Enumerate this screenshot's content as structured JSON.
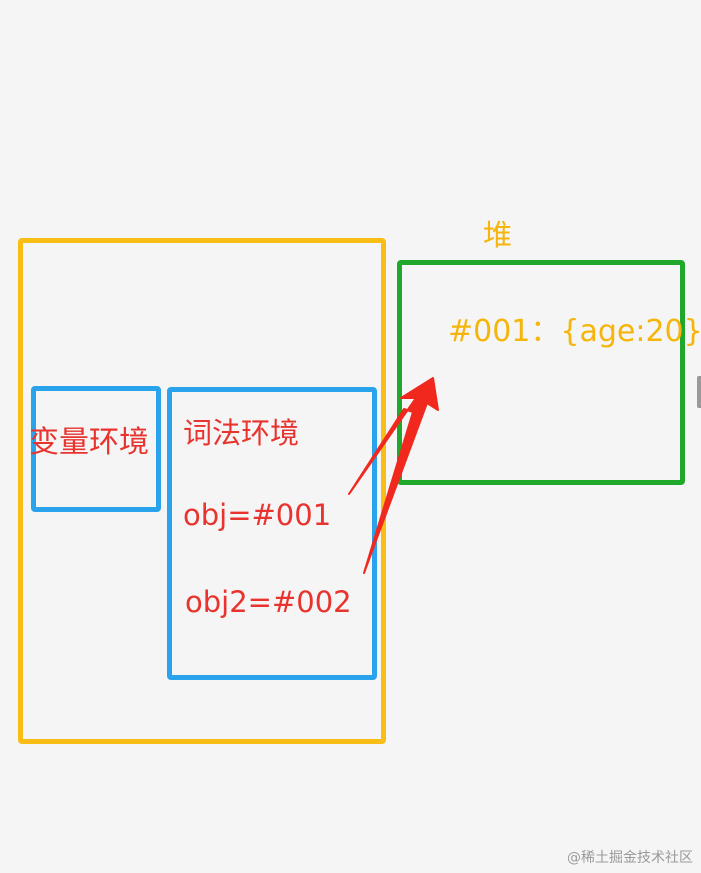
{
  "diagram": {
    "variable_environment": {
      "label": "变量环境"
    },
    "lexical_environment": {
      "label": "词法环境",
      "entries": [
        "obj=#001",
        "obj2=#002"
      ]
    },
    "heap": {
      "label": "堆",
      "entries": [
        "#001：{age:20}"
      ]
    },
    "colors": {
      "outer_border": "#f9be15",
      "environment_border": "#28a3ec",
      "heap_border": "#1fa82c",
      "red_text": "#e8332e",
      "gold_text": "#f5b50a",
      "arrow": "#f0281e"
    }
  },
  "watermark": "@稀土掘金技术社区"
}
